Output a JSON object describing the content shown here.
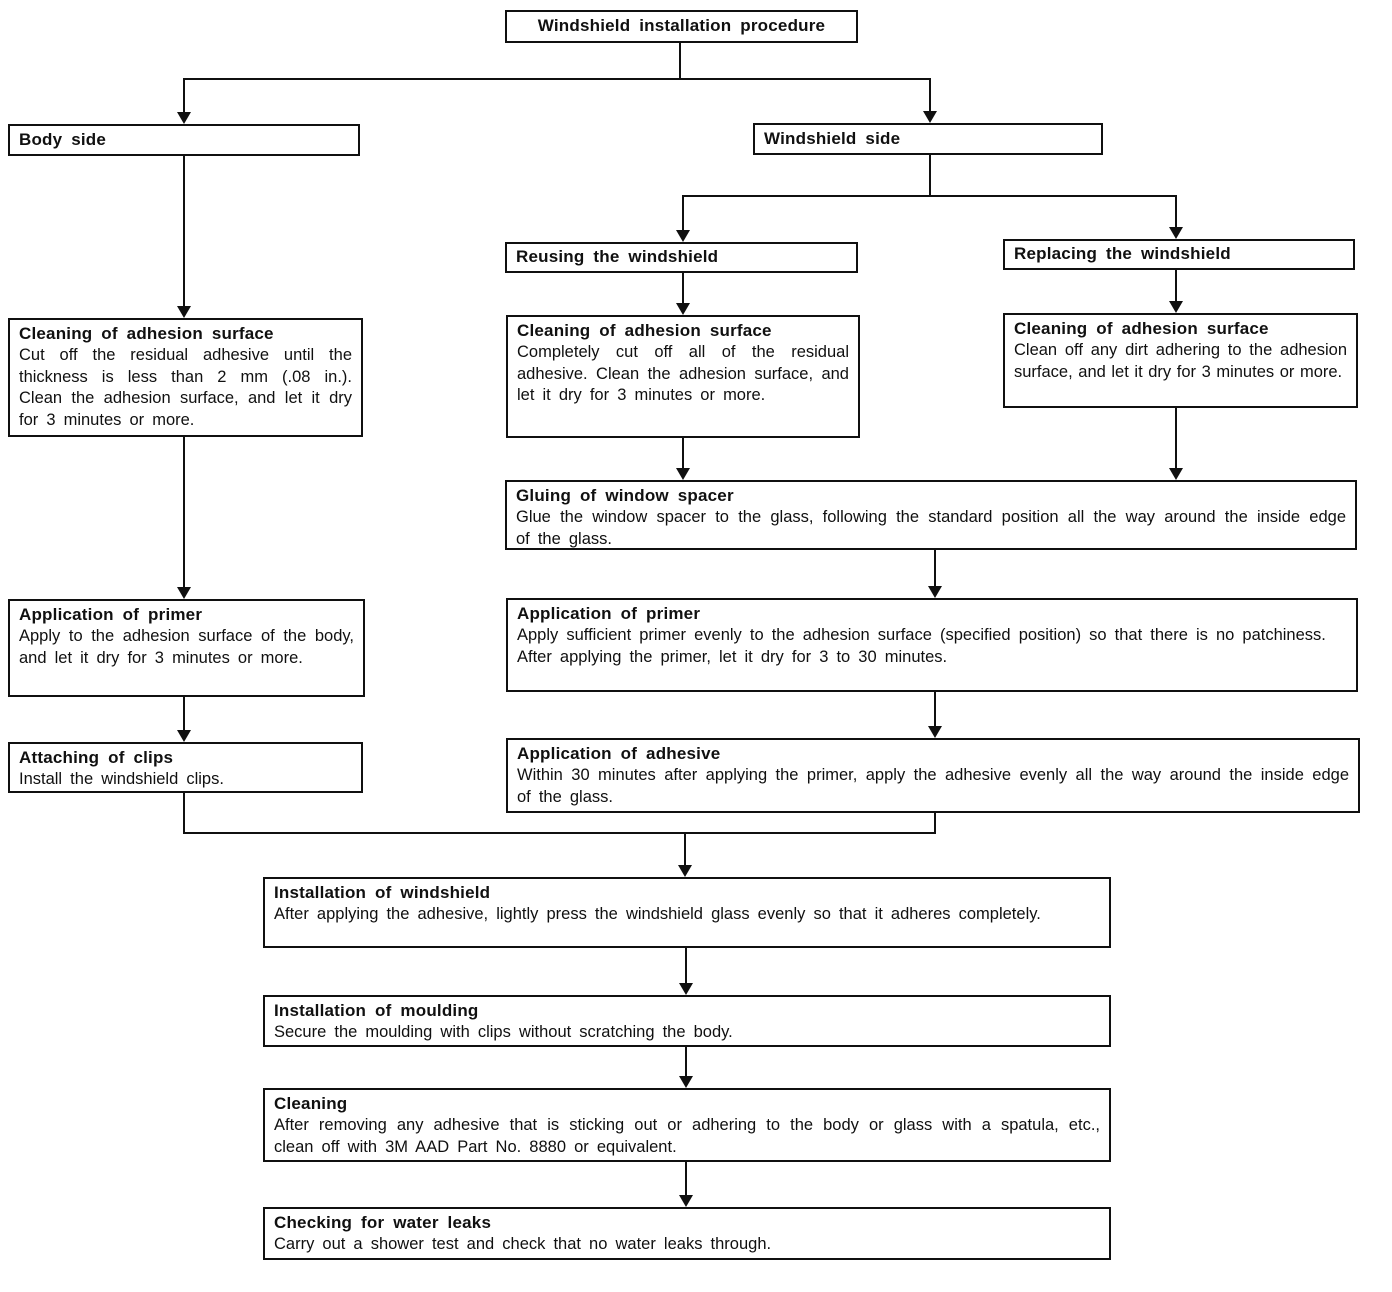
{
  "diagram": {
    "kind": "flowchart",
    "colors": {
      "ink": "#101010",
      "paper": "#ffffff"
    },
    "nodes": {
      "procedure": {
        "title": "Windshield installation procedure"
      },
      "body_side": {
        "title": "Body side"
      },
      "windshield_side": {
        "title": "Windshield side"
      },
      "reusing": {
        "title": "Reusing the windshield"
      },
      "replacing": {
        "title": "Replacing the windshield"
      },
      "body_cleaning": {
        "title": "Cleaning of adhesion surface",
        "body": "Cut off the residual adhesive until the thickness is less than 2 mm (.08 in.). Clean the adhesion surface, and let it dry for 3 minutes or more."
      },
      "reuse_cleaning": {
        "title": "Cleaning of adhesion surface",
        "body": "Completely cut off all of the residual adhesive. Clean the adhesion surface, and let it dry for 3 minutes or more."
      },
      "replace_cleaning": {
        "title": "Cleaning of adhesion surface",
        "body": "Clean off any dirt adhering to the adhesion surface, and let it dry for 3 minutes or more."
      },
      "gluing_spacer": {
        "title": "Gluing of window spacer",
        "body": "Glue the window spacer to the glass, following the standard position all the way around the inside edge of the glass."
      },
      "body_primer": {
        "title": "Application of primer",
        "body": "Apply to the adhesion surface of the body, and let it dry for 3 minutes or more."
      },
      "windshield_primer": {
        "title": "Application of primer",
        "body": "Apply sufficient primer evenly to the adhesion surface (specified position) so that there is no patchiness.\nAfter applying the primer, let it dry for 3 to 30 minutes."
      },
      "attaching_clips": {
        "title": "Attaching of clips",
        "body": "Install the windshield clips."
      },
      "adhesive": {
        "title": "Application of adhesive",
        "body": "Within 30 minutes after applying the primer, apply the adhesive evenly all the way around the inside edge of the glass."
      },
      "install_windshield": {
        "title": "Installation of windshield",
        "body": "After applying the adhesive, lightly press the windshield glass evenly so that it adheres completely."
      },
      "install_moulding": {
        "title": "Installation of moulding",
        "body": "Secure the moulding with clips without scratching the body."
      },
      "cleaning": {
        "title": "Cleaning",
        "body": "After removing any adhesive that is sticking out or adhering to the body or glass with a spatula, etc., clean off with 3M AAD Part No. 8880 or equivalent."
      },
      "water_leaks": {
        "title": "Checking for water leaks",
        "body": "Carry out a shower test and check that no water leaks through."
      }
    }
  }
}
